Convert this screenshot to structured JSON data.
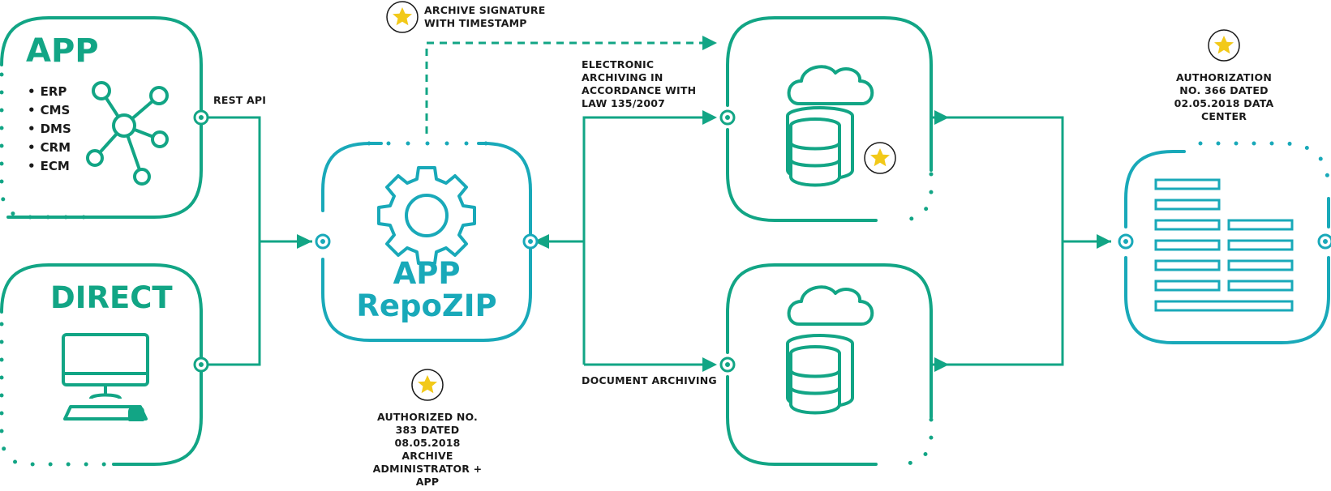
{
  "colors": {
    "green": "#12a585",
    "teal": "#19a9b9",
    "star": "#f2c919",
    "text": "#1a1a1a"
  },
  "app_box": {
    "title": "APP",
    "systems": [
      "ERP",
      "CMS",
      "DMS",
      "CRM",
      "ECM"
    ]
  },
  "direct_box": {
    "title": "DIRECT"
  },
  "repozip_box": {
    "title_line1": "APP",
    "title_line2": "RepoZIP"
  },
  "connections": {
    "rest_api": "REST API",
    "signature_line1": "ARCHIVE SIGNATURE",
    "signature_line2": "WITH TIMESTAMP",
    "electronic_line1": "ELECTRONIC",
    "electronic_line2": "ARCHIVING IN",
    "electronic_line3": "ACCORDANCE WITH",
    "electronic_line4": "LAW 135/2007",
    "document_archiving": "DOCUMENT ARCHIVING"
  },
  "authorization_center": {
    "line1": "AUTHORIZATION",
    "line2": "NO. 366 DATED",
    "line3": "02.05.2018 DATA",
    "line4": "CENTER"
  },
  "authorization_admin": {
    "line1": "AUTHORIZED NO.",
    "line2": "383 DATED",
    "line3": "08.05.2018",
    "line4": "ARCHIVE",
    "line5": "ADMINISTRATOR +",
    "line6": "APP"
  },
  "icons": [
    "network-icon",
    "computer-icon",
    "gear-icon",
    "cloud-database-icon",
    "server-rack-icon",
    "star-badge-icon"
  ]
}
